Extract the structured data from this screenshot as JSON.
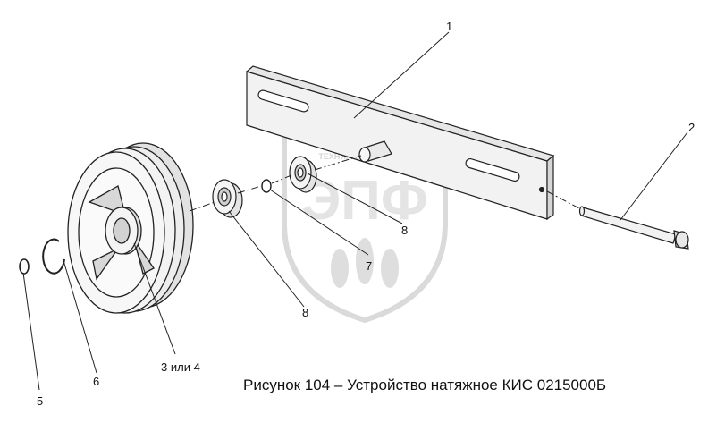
{
  "caption": "Рисунок 104 – Устройство натяжное КИС 0215000Б",
  "callouts": [
    {
      "id": "1",
      "text": "1"
    },
    {
      "id": "2",
      "text": "2"
    },
    {
      "id": "3",
      "text": "3 или 4"
    },
    {
      "id": "5",
      "text": "5"
    },
    {
      "id": "6",
      "text": "6"
    },
    {
      "id": "7",
      "text": "7"
    },
    {
      "id": "8a",
      "text": "8"
    },
    {
      "id": "8b",
      "text": "8"
    }
  ],
  "watermark": {
    "logo_text": "ЭПФ",
    "top_text": "ТЕХНИКА И ЗАПЧАСТИ",
    "color": "#c9c9c9"
  },
  "colors": {
    "line": "#222222",
    "part_fill": "#f2f2f2",
    "shade": "#cfcfcf"
  }
}
